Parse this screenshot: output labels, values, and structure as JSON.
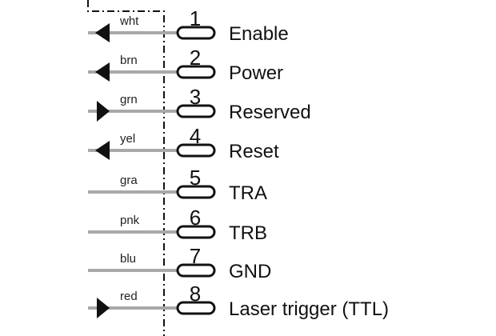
{
  "pins": [
    {
      "number": "1",
      "wire_color": "wht",
      "signal": "Enable",
      "arrow": "out"
    },
    {
      "number": "2",
      "wire_color": "brn",
      "signal": "Power",
      "arrow": "out"
    },
    {
      "number": "3",
      "wire_color": "grn",
      "signal": "Reserved",
      "arrow": "in"
    },
    {
      "number": "4",
      "wire_color": "yel",
      "signal": "Reset",
      "arrow": "out"
    },
    {
      "number": "5",
      "wire_color": "gra",
      "signal": "TRA",
      "arrow": "none"
    },
    {
      "number": "6",
      "wire_color": "pnk",
      "signal": "TRB",
      "arrow": "none"
    },
    {
      "number": "7",
      "wire_color": "blu",
      "signal": "GND",
      "arrow": "none"
    },
    {
      "number": "8",
      "wire_color": "red",
      "signal": "Laser trigger (TTL)",
      "arrow": "in"
    }
  ]
}
